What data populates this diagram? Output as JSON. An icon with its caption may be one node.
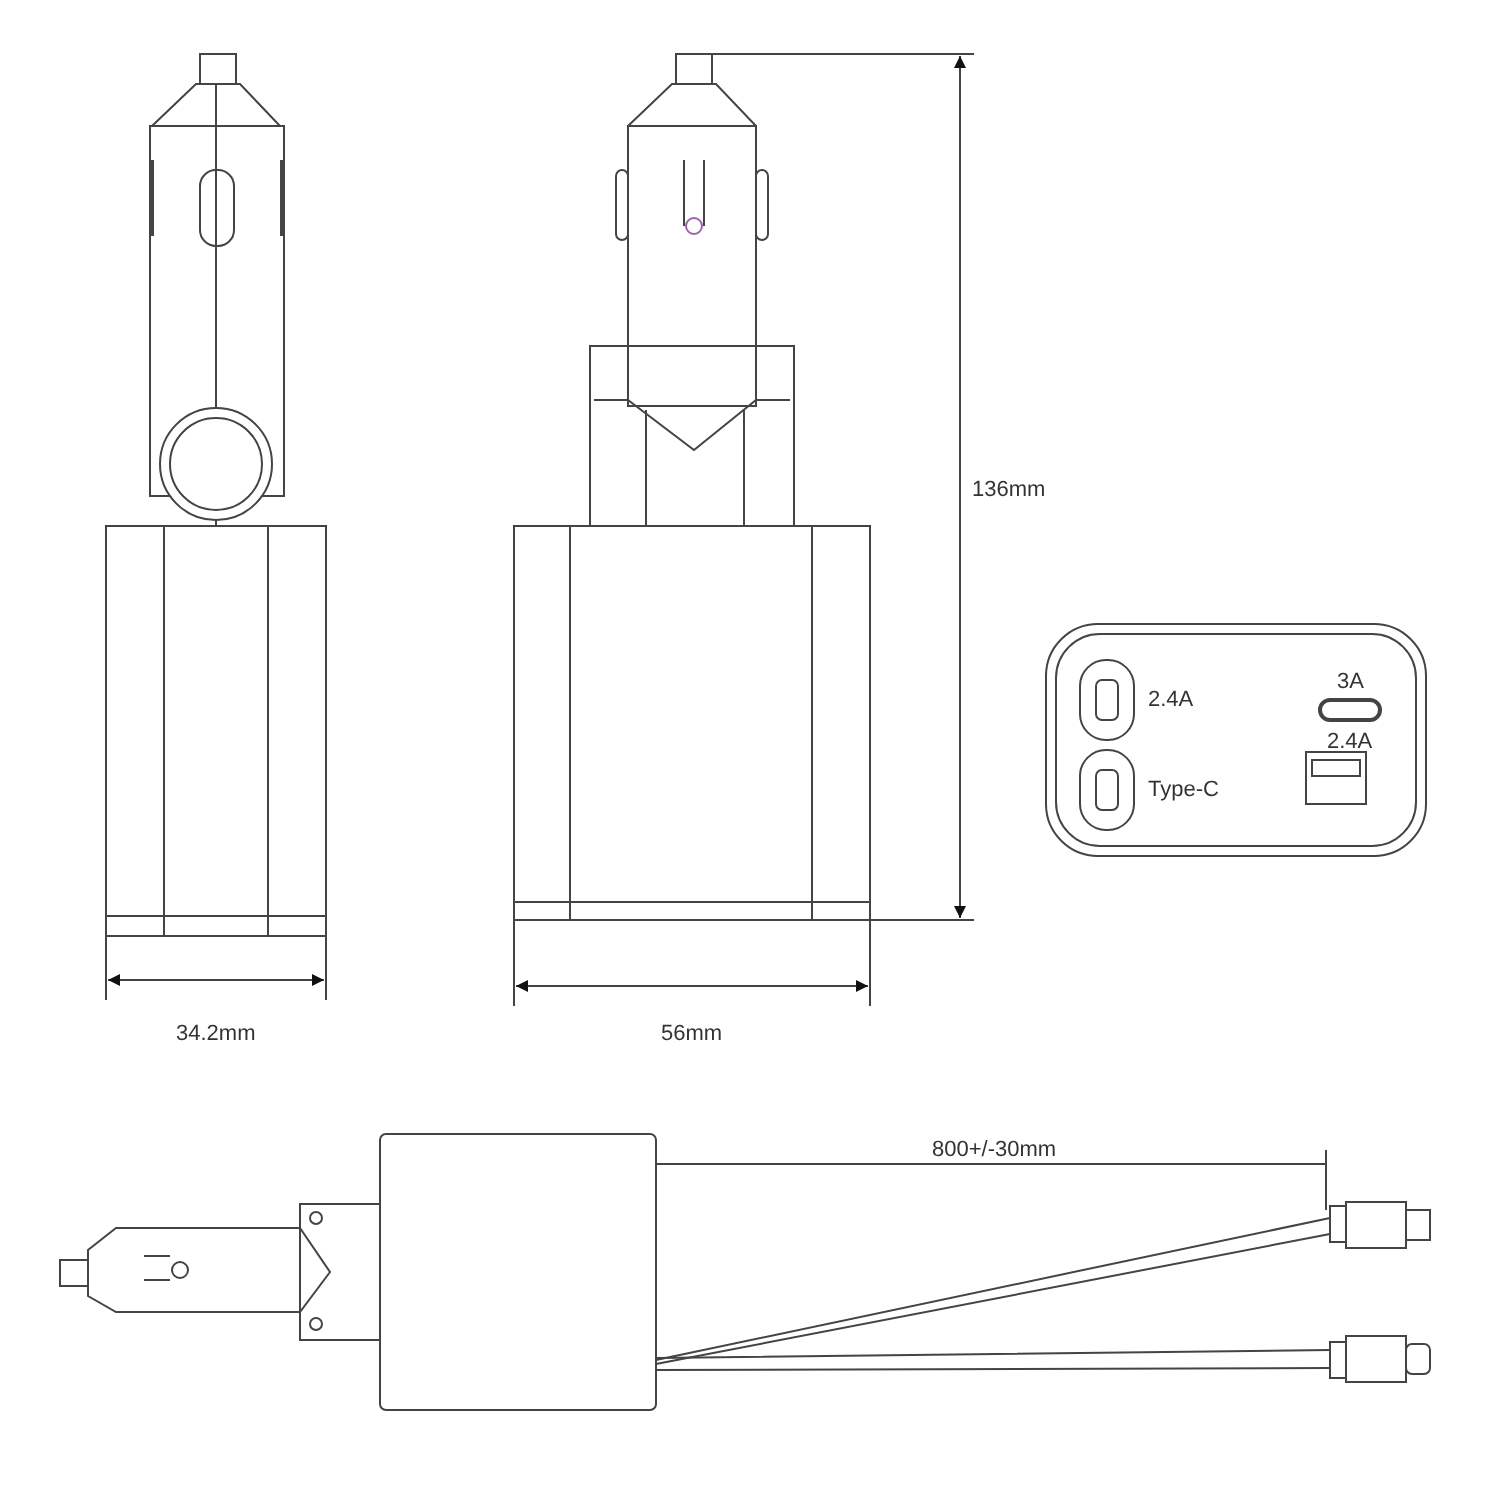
{
  "diagram": {
    "labels": [
      "136mm",
      "2.4A",
      "3A",
      "2.4A",
      "Type-C",
      "34.2mm",
      "56mm",
      "800+/-30mm"
    ]
  }
}
